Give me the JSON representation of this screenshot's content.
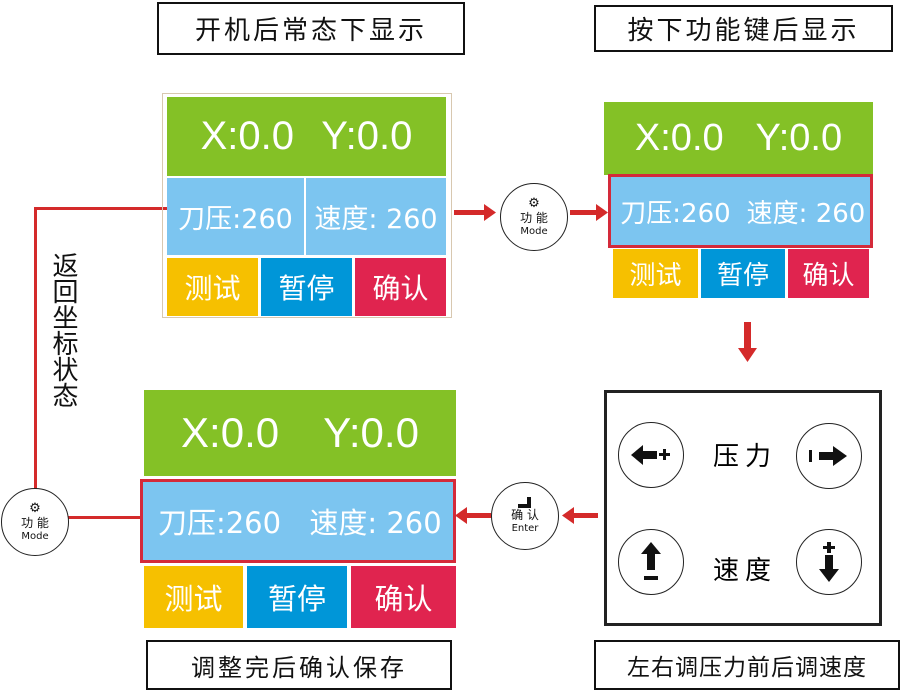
{
  "labels": {
    "normal": "开机后常态下显示",
    "after_mode": "按下功能键后显示",
    "save": "调整完后确认保存",
    "adjust": "左右调压力前后调速度",
    "return": "返回坐标状态"
  },
  "screen": {
    "x": "X:0.0",
    "y": "Y:0.0",
    "pressure": "刀压:260",
    "speed": "速度: 260",
    "test": "测试",
    "pause": "暂停",
    "confirm": "确认"
  },
  "mode_key": {
    "line1": "功 能",
    "line2": "Mode"
  },
  "enter_key": {
    "line1": "确 认",
    "line2": "Enter"
  },
  "keypad": {
    "pressure": "压力",
    "speed": "速度"
  },
  "colors": {
    "green": "#84c126",
    "blue": "#7cc5f0",
    "yellow": "#f6c000",
    "dark_blue": "#0096d8",
    "red": "#e0244f",
    "arrow": "#d42a2a"
  }
}
